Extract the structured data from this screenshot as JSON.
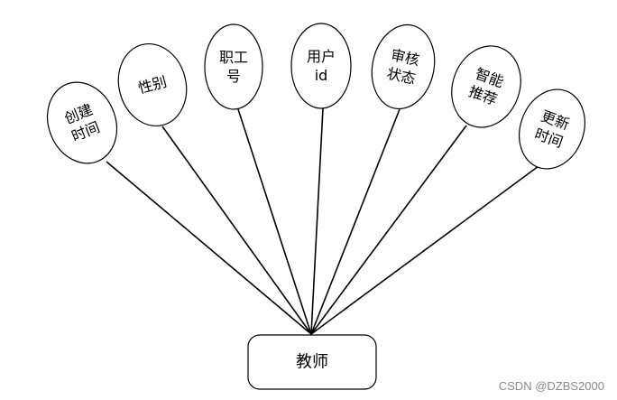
{
  "entity": {
    "name": "教师"
  },
  "attributes": [
    {
      "id": "created-time",
      "lines": [
        "创建",
        "时间"
      ]
    },
    {
      "id": "gender",
      "lines": [
        "性别"
      ]
    },
    {
      "id": "employee-number",
      "lines": [
        "职工",
        "号"
      ]
    },
    {
      "id": "user-id",
      "lines": [
        "用户",
        "id"
      ]
    },
    {
      "id": "review-status",
      "lines": [
        "审核",
        "状态"
      ]
    },
    {
      "id": "smart-recommend",
      "lines": [
        "智能",
        "推荐"
      ]
    },
    {
      "id": "updated-time",
      "lines": [
        "更新",
        "时间"
      ]
    }
  ],
  "watermark": "CSDN @DZBS2000",
  "colors": {
    "stroke": "#000000",
    "background": "#ffffff",
    "watermark": "#8a8a8a"
  }
}
